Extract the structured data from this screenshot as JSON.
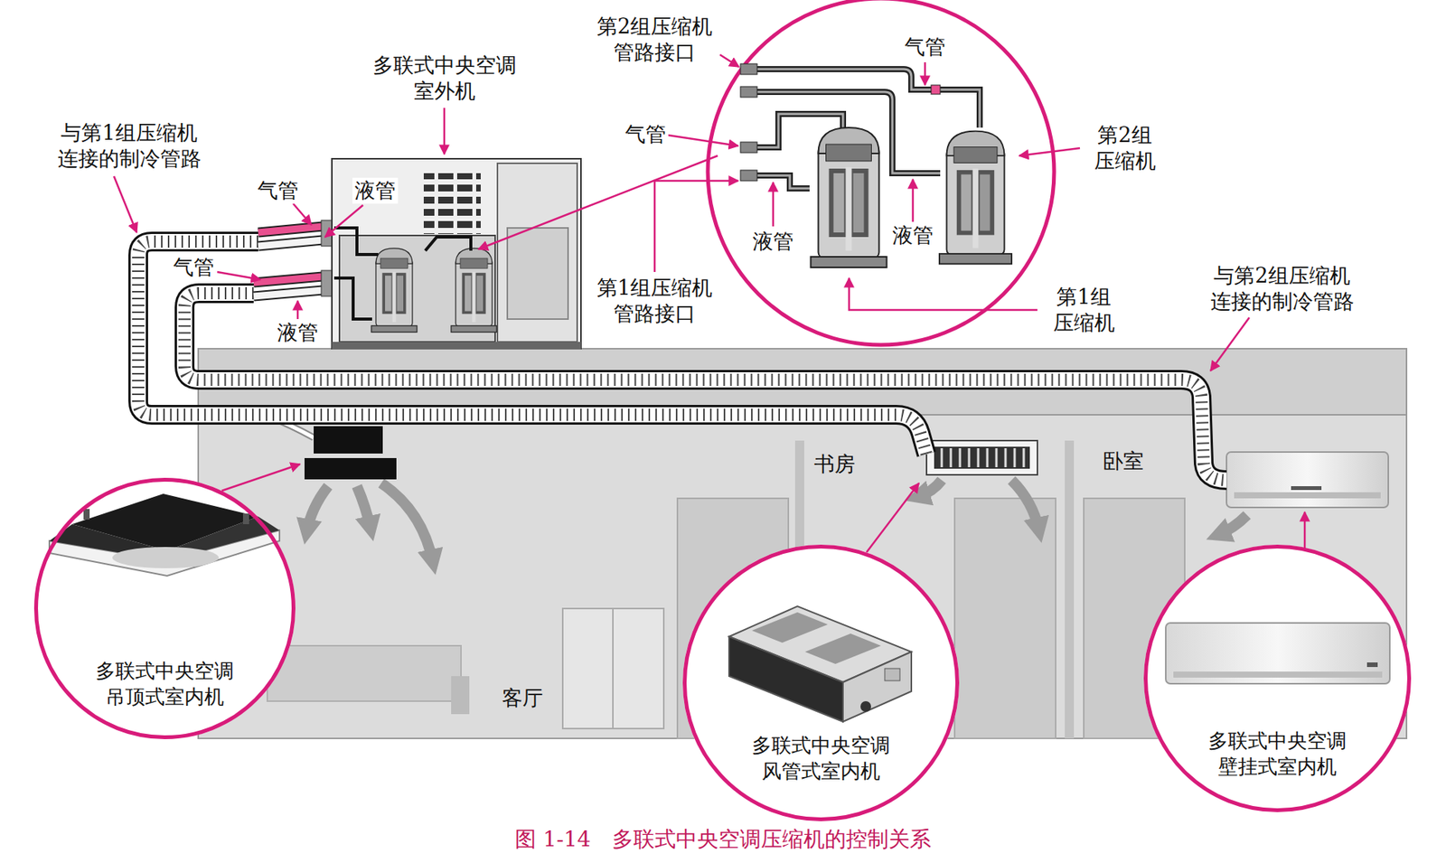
{
  "diagram": {
    "caption": "图 1-14　多联式中央空调压缩机的控制关系",
    "nodes": [
      {
        "text": [
          "多联式中央空调 吊顶式室内机"
        ]
      },
      {
        "text": [
          "多联式中央空调 风管式室内机"
        ]
      },
      {
        "text": [
          "多联式中央空调 壁挂式室内机"
        ]
      }
    ],
    "labels": [
      "第2组压缩机 管路接口",
      "气管",
      "多联式中央空调 室外机",
      "与第1组压缩机 连接的制冷管路",
      "气管",
      "第2组 压缩机",
      "气管",
      "液管",
      "液管",
      "液管",
      "气管",
      "第1组压缩机 管路接口",
      "第1组 压缩机",
      "与第2组压缩机 连接的制冷管路",
      "液管",
      "书房",
      "卧室",
      "客厅"
    ]
  }
}
